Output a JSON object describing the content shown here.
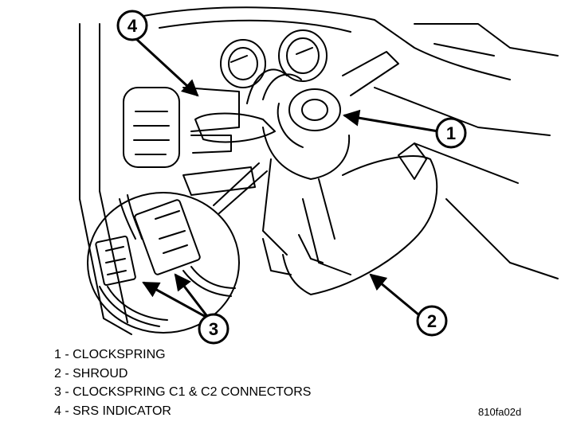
{
  "callouts": [
    {
      "number": "1",
      "label": "CLOCKSPRING"
    },
    {
      "number": "2",
      "label": "SHROUD"
    },
    {
      "number": "3",
      "label": "CLOCKSPRING C1 & C2 CONNECTORS"
    },
    {
      "number": "4",
      "label": "SRS INDICATOR"
    }
  ],
  "legend": [
    "1 - CLOCKSPRING",
    "2 - SHROUD",
    "3 - CLOCKSPRING C1 & C2 CONNECTORS",
    "4 - SRS INDICATOR"
  ],
  "figure_code": "810fa02d"
}
